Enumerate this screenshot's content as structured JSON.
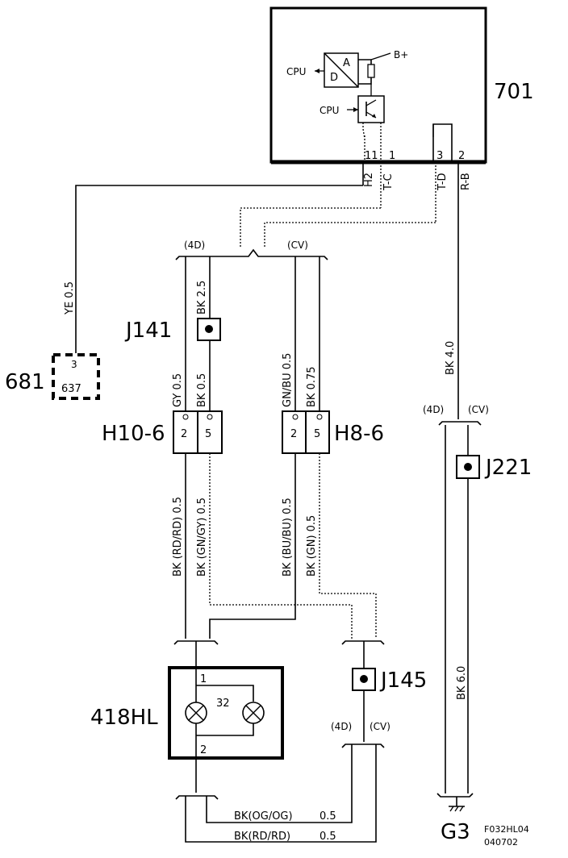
{
  "components": {
    "ecu": {
      "id": "701",
      "pins": [
        "11",
        "1",
        "3",
        "2"
      ],
      "cpu_label": "CPU",
      "adc_a": "A",
      "adc_d": "D",
      "supply": "B+"
    },
    "connector_681": {
      "id": "681",
      "pin": "3",
      "sub_id": "637"
    },
    "j141": "J141",
    "j221": "J221",
    "j145": "J145",
    "h10": {
      "id": "H10-6",
      "pins": [
        "2",
        "5"
      ]
    },
    "h8": {
      "id": "H8-6",
      "pins": [
        "2",
        "5"
      ]
    },
    "lamp": {
      "id": "418HL",
      "pins": [
        "1",
        "2"
      ],
      "lamp_no": "32"
    },
    "ground": "G3"
  },
  "wires": {
    "h2": "H2",
    "tc": "T-C",
    "td": "T-D",
    "rb": "R-B",
    "ye": "YE 0.5",
    "bk25": "BK 2.5",
    "gy05": "GY 0.5",
    "bk05a": "BK 0.5",
    "gnbu": "GN/BU 0.5",
    "bk075": "BK 0.75",
    "bk40": "BK 4.0",
    "bk60": "BK 6.0",
    "rdrd_a": "BK (RD/RD) 0.5",
    "gngy": "BK (GN/GY) 0.5",
    "bubu": "BK (BU/BU) 0.5",
    "gn": "BK (GN) 0.5",
    "og_name": "BK(OG/OG)",
    "og_size": "0.5",
    "rd_name": "BK(RD/RD)",
    "rd_size": "0.5"
  },
  "variants": {
    "d4": "(4D)",
    "cv": "(CV)"
  },
  "footer": {
    "code": "F032HL04",
    "date": "040702"
  }
}
